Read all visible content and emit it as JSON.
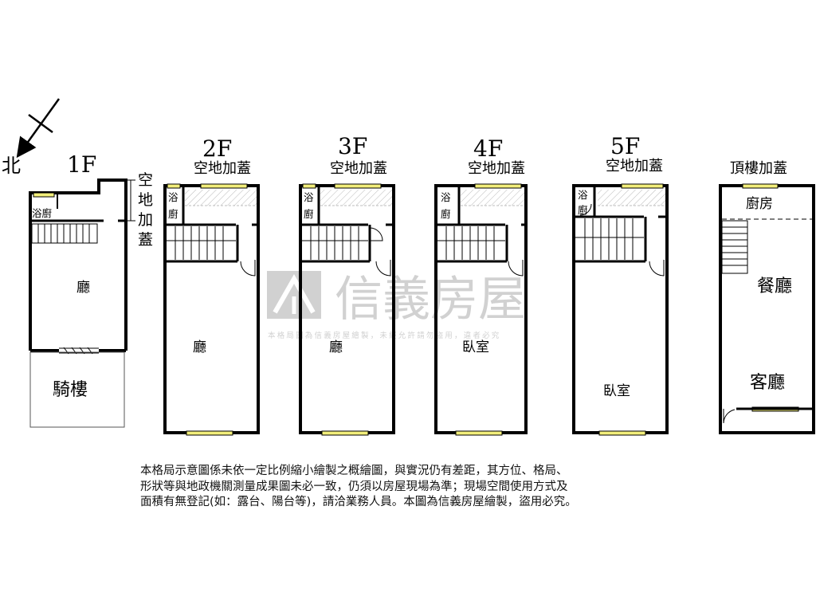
{
  "compass": {
    "north_label": "北"
  },
  "watermark": {
    "brand": "信義房屋",
    "subtext": "本格局圖為信義房屋繪製，未經允許請勿盜用，違者必究"
  },
  "floors": {
    "f1": {
      "label": "1F",
      "side_note": [
        "空",
        "地",
        "加",
        "蓋"
      ],
      "rooms": {
        "bath_kitchen": "浴廚",
        "hall": "廳",
        "arcade": "騎樓"
      }
    },
    "f2": {
      "label": "2F",
      "addition": "空地加蓋",
      "rooms": {
        "bath": "浴",
        "kitchen": "廚",
        "hall": "廳"
      }
    },
    "f3": {
      "label": "3F",
      "addition": "空地加蓋",
      "rooms": {
        "bath": "浴",
        "kitchen": "廚",
        "hall": "廳"
      }
    },
    "f4": {
      "label": "4F",
      "addition": "空地加蓋",
      "rooms": {
        "bath": "浴",
        "kitchen": "廚",
        "bedroom": "臥室"
      }
    },
    "f5": {
      "label": "5F",
      "addition": "空地加蓋",
      "rooms": {
        "bath": "浴",
        "kitchen": "廚",
        "bedroom": "臥室"
      }
    },
    "roof": {
      "addition": "頂樓加蓋",
      "rooms": {
        "kitchen": "廚房",
        "dining": "餐廳",
        "living": "客廳"
      }
    }
  },
  "disclaimer": [
    "本格局示意圖係未依一定比例縮小繪製之概繪圖，與實況仍有差距，其方位、格局、",
    "形狀等與地政機關測量成果圖未必一致，仍須以房屋現場為準；現場空間使用方式及",
    "面積有無登記(如：露台、陽台等)，請洽業務人員。本圖為信義房屋繪製，盜用必究。"
  ],
  "colors": {
    "wall": "#000000",
    "window": "#f2ee7a",
    "watermark": "#c9c9c9"
  }
}
